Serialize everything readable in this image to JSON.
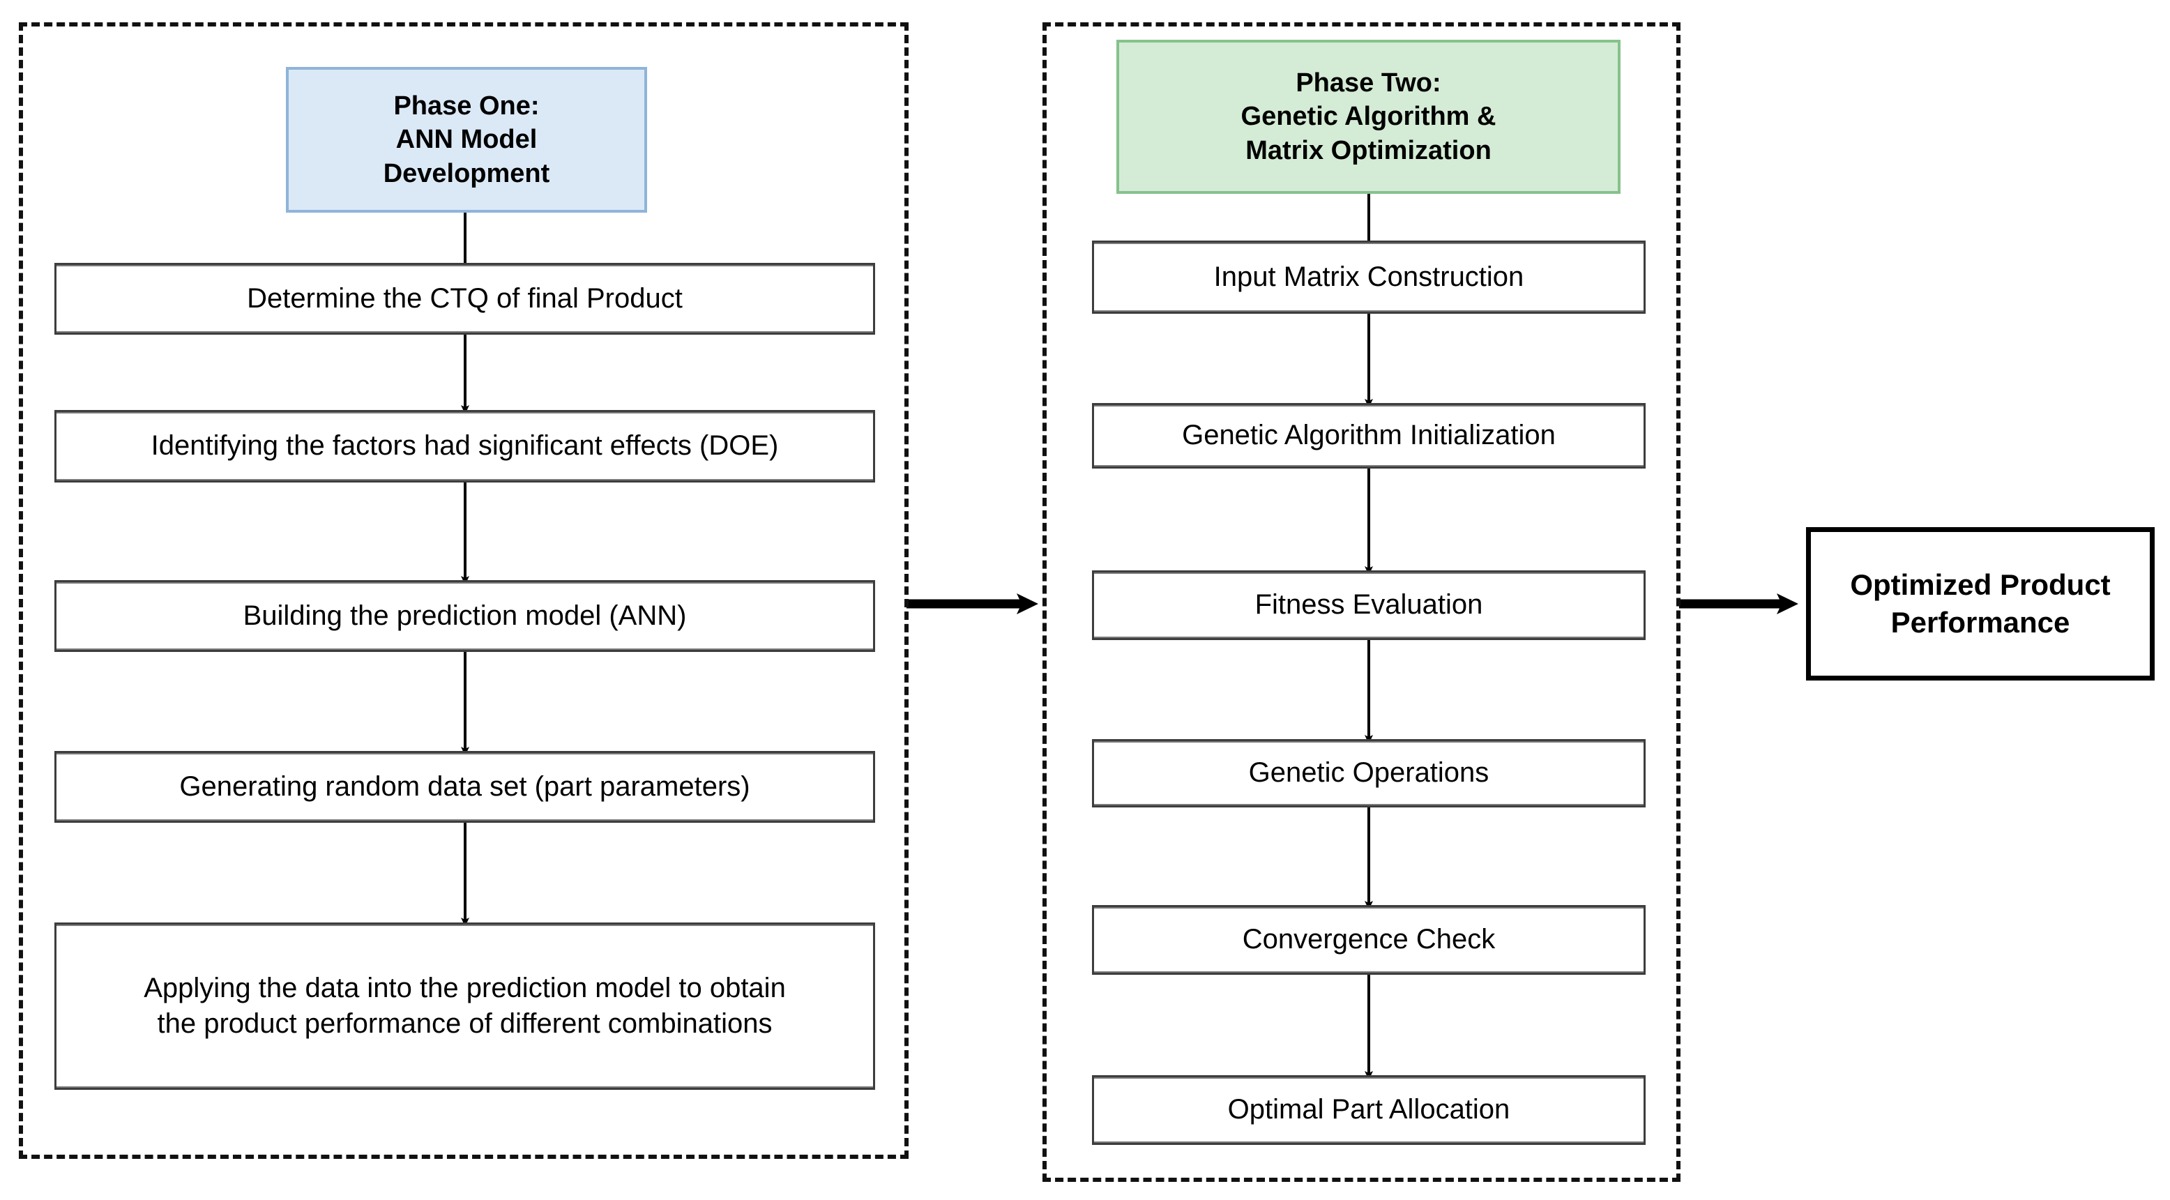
{
  "diagram": {
    "title_text": "Two-phase ANN and Genetic Algorithm optimization flowchart",
    "colors": {
      "phase_one_fill": "#dbe9f7",
      "phase_one_border": "#8fb4d9",
      "phase_two_fill": "#d4ecd5",
      "phase_two_border": "#86c28c",
      "node_fill": "#ffffff",
      "node_border": "#3d3d3d",
      "terminal_border": "#000000",
      "container_border": "#111111",
      "connector": "#000000",
      "background": "#ffffff"
    }
  },
  "phase_one": {
    "header": {
      "line1": "Phase One:",
      "line2": "ANN Model",
      "line3": "Development"
    },
    "steps": [
      {
        "id": "determine-ctq",
        "line1": "Determine the CTQ of final Product",
        "line2": ""
      },
      {
        "id": "identify-factors",
        "line1": "Identifying the factors had significant effects (DOE)",
        "line2": ""
      },
      {
        "id": "build-prediction-model",
        "line1": "Building the prediction model (ANN)",
        "line2": ""
      },
      {
        "id": "generate-random-data",
        "line1": "Generating random data set (part parameters)",
        "line2": ""
      },
      {
        "id": "apply-data-to-model",
        "line1": "Applying the data into the prediction model to obtain",
        "line2": "the product performance of different combinations"
      }
    ]
  },
  "phase_two": {
    "header": {
      "line1": "Phase Two:",
      "line2": "Genetic Algorithm &",
      "line3": "Matrix Optimization"
    },
    "steps": [
      {
        "id": "input-matrix-construction",
        "line1": "Input Matrix Construction",
        "line2": ""
      },
      {
        "id": "ga-initialization",
        "line1": "Genetic Algorithm Initialization",
        "line2": ""
      },
      {
        "id": "fitness-evaluation",
        "line1": "Fitness Evaluation",
        "line2": ""
      },
      {
        "id": "genetic-operations",
        "line1": "Genetic Operations",
        "line2": ""
      },
      {
        "id": "convergence-check",
        "line1": "Convergence Check",
        "line2": ""
      },
      {
        "id": "optimal-part-allocation",
        "line1": "Optimal Part Allocation",
        "line2": ""
      }
    ]
  },
  "output": {
    "line1": "Optimized Product",
    "line2": "Performance"
  }
}
